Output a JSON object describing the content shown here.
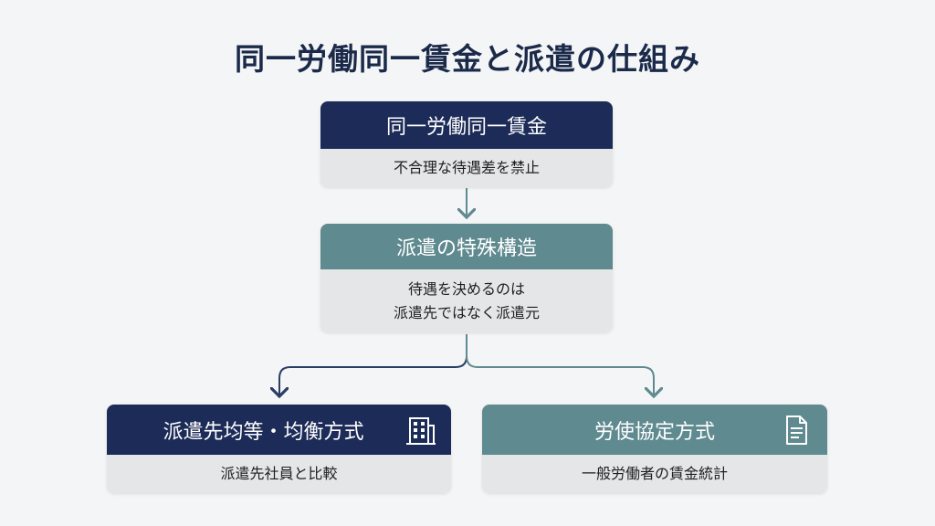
{
  "title": "同一労働同一賃金と派遣の仕組み",
  "nodes": {
    "top": {
      "heading": "同一労働同一賃金",
      "body": "不合理な待遇差を禁止"
    },
    "middle": {
      "heading": "派遣の特殊構造",
      "body_line1": "待遇を決めるのは",
      "body_line2": "派遣先ではなく派遣元"
    },
    "left": {
      "heading": "派遣先均等・均衡方式",
      "body": "派遣先社員と比較",
      "icon": "building-icon"
    },
    "right": {
      "heading": "労使協定方式",
      "body": "一般労働者の賃金統計",
      "icon": "document-icon"
    }
  },
  "colors": {
    "navy": "#1c2b57",
    "teal": "#5f8a90",
    "body_bg": "#e4e6e8",
    "connector": "#4d6e78"
  }
}
